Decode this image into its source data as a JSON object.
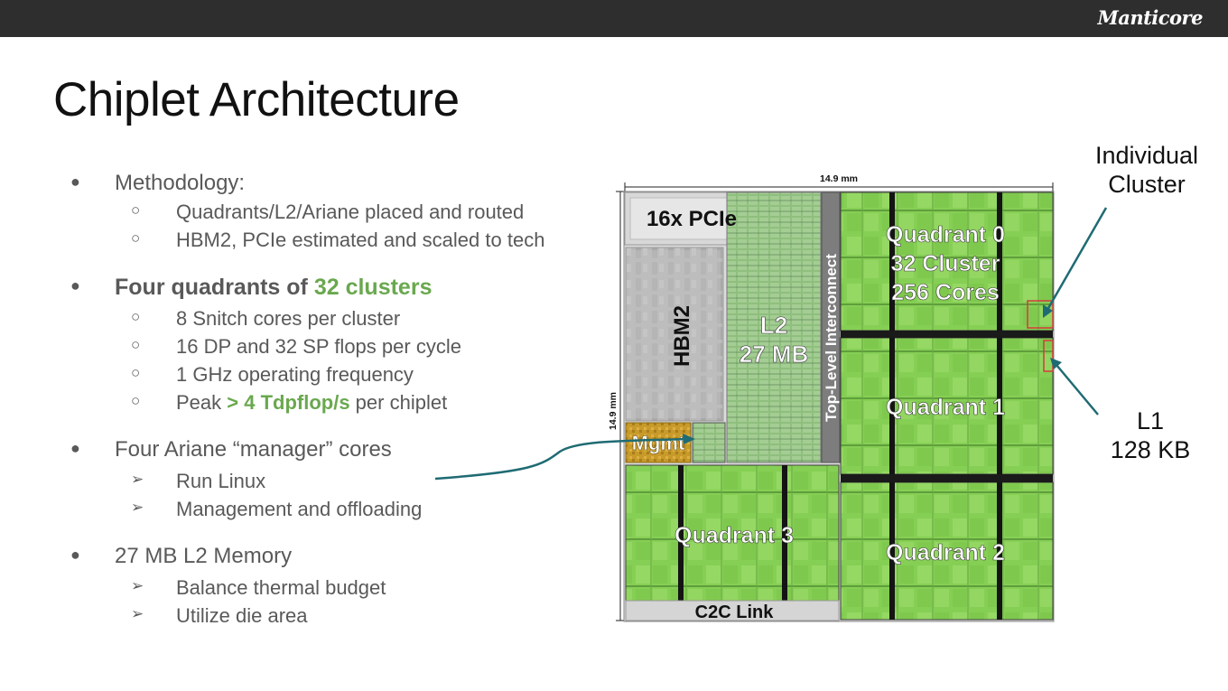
{
  "header": {
    "brand": "Manticore"
  },
  "slide": {
    "title": "Chiplet Architecture",
    "bullets": [
      {
        "level": 1,
        "marker": "●",
        "parts": [
          {
            "text": "Methodology:",
            "style": "normal"
          }
        ]
      },
      {
        "level": 2,
        "marker": "○",
        "parts": [
          {
            "text": "Quadrants/L2/Ariane placed and routed",
            "style": "normal"
          }
        ]
      },
      {
        "level": 2,
        "marker": "○",
        "parts": [
          {
            "text": "HBM2, PCIe estimated and scaled to tech",
            "style": "normal"
          }
        ]
      },
      {
        "level": 1,
        "marker": "●",
        "parts": [
          {
            "text": "Four quadrants of ",
            "style": "bold"
          },
          {
            "text": "32 clusters",
            "style": "green"
          }
        ]
      },
      {
        "level": 2,
        "marker": "○",
        "parts": [
          {
            "text": "8 Snitch cores per cluster",
            "style": "normal"
          }
        ]
      },
      {
        "level": 2,
        "marker": "○",
        "parts": [
          {
            "text": "16 DP and 32 SP flops per cycle",
            "style": "normal"
          }
        ]
      },
      {
        "level": 2,
        "marker": "○",
        "parts": [
          {
            "text": "1 GHz operating frequency",
            "style": "normal"
          }
        ]
      },
      {
        "level": 2,
        "marker": "○",
        "parts": [
          {
            "text": "Peak ",
            "style": "normal"
          },
          {
            "text": "> 4 Tdpflop/s",
            "style": "green"
          },
          {
            "text": " per chiplet",
            "style": "normal"
          }
        ]
      },
      {
        "level": 1,
        "marker": "●",
        "parts": [
          {
            "text": "Four Ariane “manager” cores",
            "style": "normal"
          }
        ]
      },
      {
        "level": 2,
        "marker": "➢",
        "parts": [
          {
            "text": "Run Linux",
            "style": "normal"
          }
        ]
      },
      {
        "level": 2,
        "marker": "➢",
        "parts": [
          {
            "text": "Management and offloading",
            "style": "normal"
          }
        ]
      },
      {
        "level": 1,
        "marker": "●",
        "parts": [
          {
            "text": "27 MB L2 Memory",
            "style": "normal"
          }
        ]
      },
      {
        "level": 2,
        "marker": "➢",
        "parts": [
          {
            "text": "Balance thermal budget",
            "style": "normal"
          }
        ]
      },
      {
        "level": 2,
        "marker": "➢",
        "parts": [
          {
            "text": "Utilize die area",
            "style": "normal"
          }
        ]
      }
    ]
  },
  "die": {
    "width_label": "14.9 mm",
    "height_label": "14.9 mm",
    "blocks": {
      "pcie": "16x PCIe",
      "hbm2": "HBM2",
      "l2_line1": "L2",
      "l2_line2": "27 MB",
      "interconnect": "Top-Level Interconnect",
      "mgmt": "Mgmt",
      "c2c": "C2C Link",
      "q0_line1": "Quadrant 0",
      "q0_line2": "32 Cluster",
      "q0_line3": "256 Cores",
      "q1": "Quadrant 1",
      "q2": "Quadrant 2",
      "q3": "Quadrant 3"
    },
    "colors": {
      "quadrant_green": "#7ec850",
      "arrow": "#1f6b73",
      "highlight": "#d23c3c"
    }
  },
  "annotations": {
    "cluster_line1": "Individual",
    "cluster_line2": "Cluster",
    "l1_line1": "L1",
    "l1_line2": "128 KB"
  }
}
